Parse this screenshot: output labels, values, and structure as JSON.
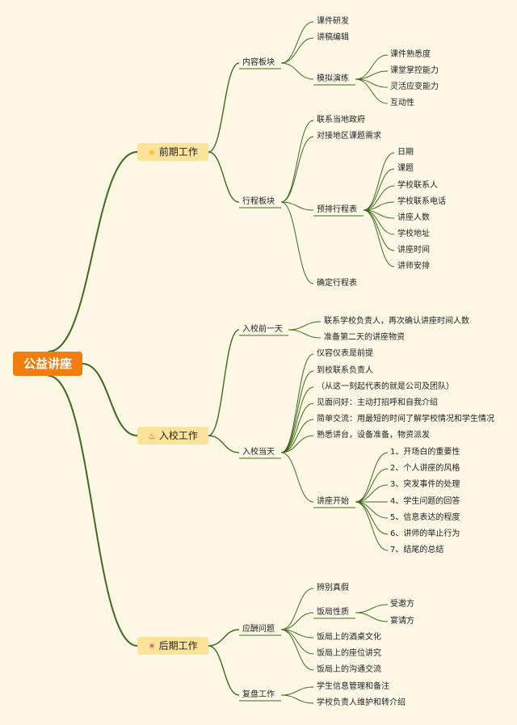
{
  "root": "公益讲座",
  "branches": [
    {
      "title": "前期工作",
      "icon": "star-icon",
      "children": [
        {
          "label": "内容板块",
          "children": [
            {
              "label": "课件研发"
            },
            {
              "label": "讲稿编辑"
            },
            {
              "label": "模拟演练",
              "children": [
                {
                  "label": "课件熟悉度"
                },
                {
                  "label": "课堂掌控能力"
                },
                {
                  "label": "灵活应变能力"
                },
                {
                  "label": "互动性"
                }
              ]
            }
          ]
        },
        {
          "label": "行程板块",
          "children": [
            {
              "label": "联系当地政府"
            },
            {
              "label": "对接地区课题需求"
            },
            {
              "label": "预排行程表",
              "children": [
                {
                  "label": "日期"
                },
                {
                  "label": "课题"
                },
                {
                  "label": "学校联系人"
                },
                {
                  "label": "学校联系电话"
                },
                {
                  "label": "讲座人数"
                },
                {
                  "label": "学校地址"
                },
                {
                  "label": "讲座时间"
                },
                {
                  "label": "讲师安排"
                }
              ]
            },
            {
              "label": "确定行程表"
            }
          ]
        }
      ]
    },
    {
      "title": "入校工作",
      "icon": "fire-icon",
      "children": [
        {
          "label": "入校前一天",
          "children": [
            {
              "label": "联系学校负责人，再次确认讲座时间人数"
            },
            {
              "label": "准备第二天的讲座物资"
            }
          ]
        },
        {
          "label": "入校当天",
          "children": [
            {
              "label": "仪容仪表是前提"
            },
            {
              "label": "到校联系负责人"
            },
            {
              "label": "（从这一刻起代表的就是公司及团队）"
            },
            {
              "label": "见面问好：主动打招呼和自我介绍"
            },
            {
              "label": "简单交流：用最短的时间了解学校情况和学生情况"
            },
            {
              "label": "熟悉讲台，设备准备，物资派发"
            },
            {
              "label": "讲座开始",
              "children": [
                {
                  "label": "1、开场白的重要性"
                },
                {
                  "label": "2、个人讲座的风格"
                },
                {
                  "label": "3、突发事件的处理"
                },
                {
                  "label": "4、学生问题的回答"
                },
                {
                  "label": "5、信息表达的程度"
                },
                {
                  "label": "6、讲师的举止行为"
                },
                {
                  "label": "7、结尾的总结"
                }
              ]
            }
          ]
        }
      ]
    },
    {
      "title": "后期工作",
      "icon": "confetti-icon",
      "children": [
        {
          "label": "应酬问题",
          "children": [
            {
              "label": "辨别真假"
            },
            {
              "label": "饭局性质",
              "children": [
                {
                  "label": "受邀方"
                },
                {
                  "label": "宴请方"
                }
              ]
            },
            {
              "label": "饭局上的酒桌文化"
            },
            {
              "label": "饭局上的座位讲究"
            },
            {
              "label": "饭局上的沟通交流"
            }
          ]
        },
        {
          "label": "复盘工作",
          "children": [
            {
              "label": "学生信息管理和备注"
            },
            {
              "label": "学校负责人维护和转介绍"
            }
          ]
        }
      ]
    }
  ]
}
